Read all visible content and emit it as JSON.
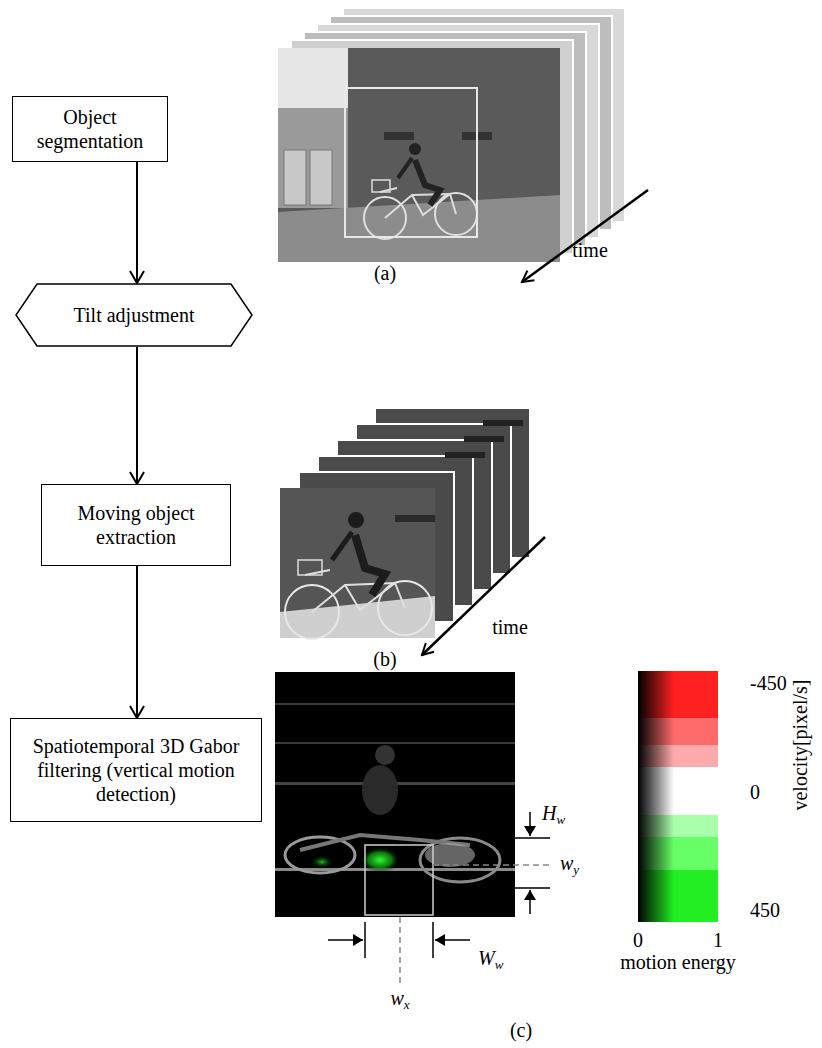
{
  "diagram": {
    "nodes": [
      {
        "text": [
          "Object segmentation"
        ]
      },
      {
        "text": [
          "Tilt adjustment"
        ]
      },
      {
        "text": [
          "Moving object extraction"
        ]
      },
      {
        "text": [
          "Spatiotemporal 3D Gabor filtering (vertical motion detection)"
        ]
      }
    ],
    "edges": [
      {
        "from": 0,
        "to": 1,
        "arrow": "to"
      },
      {
        "from": 1,
        "to": 2,
        "arrow": "to"
      },
      {
        "from": 2,
        "to": 3,
        "arrow": "to"
      }
    ],
    "labels": [
      "time",
      "(a)",
      "time",
      "(b)",
      "Hw",
      "wy",
      "Ww",
      "wx",
      "(c)",
      "-450",
      "0",
      "450",
      "velocity[pixel/s]",
      "0",
      "1",
      "motion energy"
    ]
  }
}
